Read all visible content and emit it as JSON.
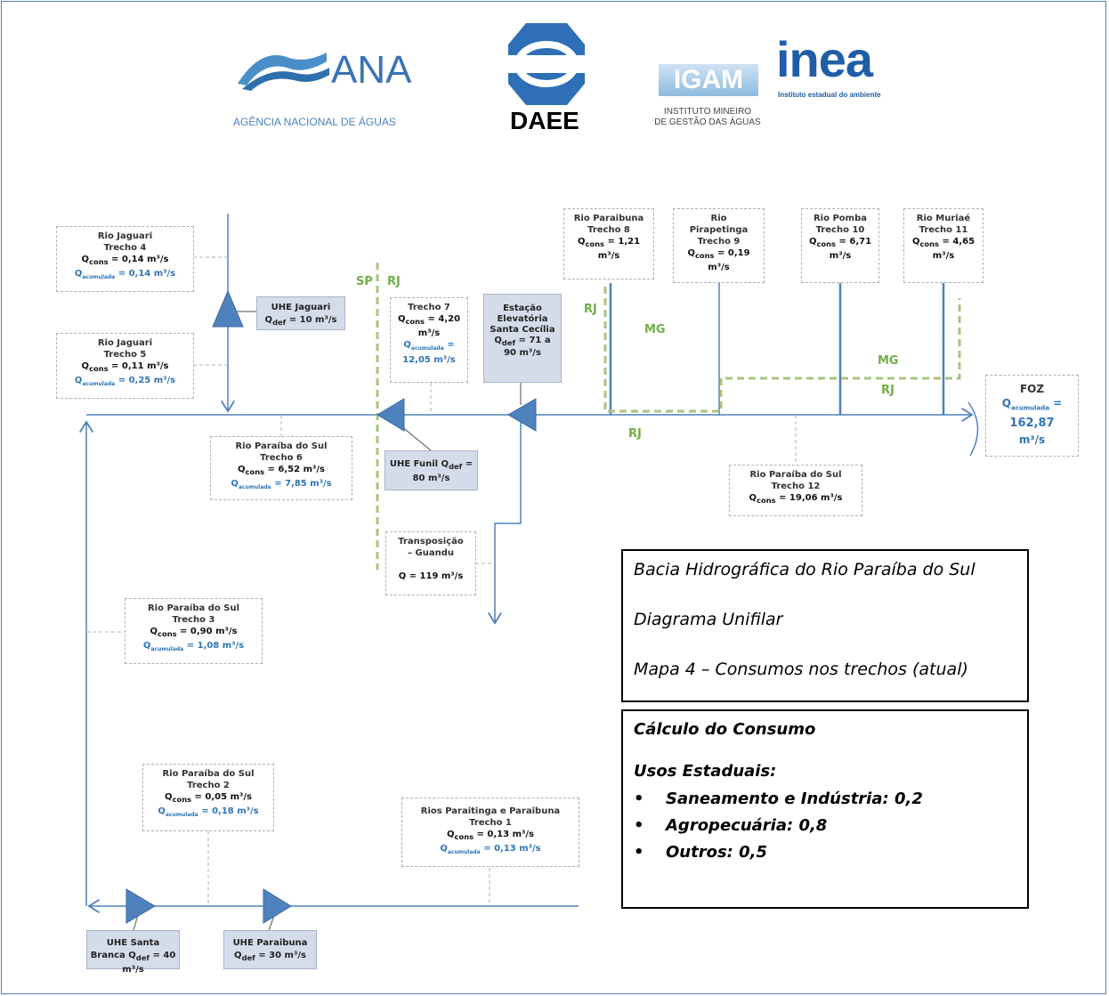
{
  "logos": {
    "ana_name": "ANA",
    "ana_sub": "AGÊNCIA NACIONAL DE ÁGUAS",
    "daee_name": "DAEE",
    "igam_name": "IGAM",
    "igam_sub1": "INSTITUTO MINEIRO",
    "igam_sub2": "DE GESTÃO DAS ÁGUAS",
    "inea_name": "inea",
    "inea_sub": "Instituto estadual do ambiente"
  },
  "boxes": {
    "jaguari4": {
      "t1": "Rio Jaguari",
      "t2": "Trecho 4",
      "cons": "Q",
      "cons_sub": "cons",
      "cons_val": " = 0,14 m³/s",
      "acc": "Q",
      "acc_sub": "acumulada",
      "acc_val": " = 0,14 m³/s"
    },
    "jaguari5": {
      "t1": "Rio Jaguari",
      "t2": "Trecho 5",
      "cons": "Q",
      "cons_sub": "cons",
      "cons_val": " = 0,11 m³/s",
      "acc": "Q",
      "acc_sub": "acumulada",
      "acc_val": " = 0,25 m³/s"
    },
    "trecho6": {
      "t1": "Rio Paraíba do Sul",
      "t2": "Trecho 6",
      "cons": "Q",
      "cons_sub": "cons",
      "cons_val": " = 6,52 m³/s",
      "acc": "Q",
      "acc_sub": "acumulada",
      "acc_val": " = 7,85 m³/s"
    },
    "trecho7": {
      "t1": "Trecho 7",
      "cons": "Q",
      "cons_sub": "cons",
      "cons_val": " = 4,20",
      "cons_val2": "m³/s",
      "acc": "Q",
      "acc_sub": "acumulada",
      "acc_val": " =",
      "acc_val2": "12,05 m³/s"
    },
    "trecho8": {
      "t1": "Rio Paraibuna",
      "t2": "Trecho 8",
      "cons": "Q",
      "cons_sub": "cons",
      "cons_val": " = 1,21",
      "cons_val2": "m³/s"
    },
    "trecho9": {
      "t1": "Rio",
      "t2": "Pirapetinga",
      "t3": "Trecho 9",
      "cons": "Q",
      "cons_sub": "cons",
      "cons_val": " = 0,19",
      "cons_val2": "m³/s"
    },
    "trecho10": {
      "t1": "Rio Pomba",
      "t2": "Trecho 10",
      "cons": "Q",
      "cons_sub": "cons",
      "cons_val": " = 6,71",
      "cons_val2": "m³/s"
    },
    "trecho11": {
      "t1": "Rio Muriaé",
      "t2": "Trecho 11",
      "cons": "Q",
      "cons_sub": "cons",
      "cons_val": " = 4,65",
      "cons_val2": "m³/s"
    },
    "trecho12": {
      "t1": "Rio Paraíba do Sul",
      "t2": "Trecho 12",
      "cons": "Q",
      "cons_sub": "cons",
      "cons_val": " = 19,06 m³/s"
    },
    "guandu": {
      "t1": "Transposição",
      "t2": "– Guandu",
      "q": "Q = 119 m³/s"
    },
    "trecho3": {
      "t1": "Rio Paraíba do Sul",
      "t2": "Trecho 3",
      "cons": "Q",
      "cons_sub": "cons",
      "cons_val": " = 0,90 m³/s",
      "acc": "Q",
      "acc_sub": "acumulada",
      "acc_val": " = 1,08 m³/s"
    },
    "trecho2": {
      "t1": "Rio Paraíba do Sul",
      "t2": "Trecho 2",
      "cons": "Q",
      "cons_sub": "cons",
      "cons_val": " = 0,05 m³/s",
      "acc": "Q",
      "acc_sub": "acumulada",
      "acc_val": " = 0,18 m³/s"
    },
    "trecho1": {
      "t1": "Rios Paraitinga e Paraibuna",
      "t2": "Trecho 1",
      "cons": "Q",
      "cons_sub": "cons",
      "cons_val": " = 0,13 m³/s",
      "acc": "Q",
      "acc_sub": "acumulada",
      "acc_val": " = 0,13 m³/s"
    }
  },
  "uhes": {
    "jaguari": {
      "name": "UHE Jaguari",
      "q": "Q",
      "q_sub": "def",
      "q_val": " = 10 m³/s"
    },
    "funil": {
      "name": "UHE Funil",
      "q": "Q",
      "q_sub": "def",
      "q_val": " = 80 m³/s"
    },
    "santa_cecilia": {
      "l1": "Estação",
      "l2": "Elevatória",
      "l3": "Santa",
      "l4": "Cecília",
      "q": "Q",
      "q_sub": "def",
      "q_val": " = 71 a",
      "q_val2": "90 m³/s"
    },
    "santa_branca": {
      "name": "UHE Santa Branca",
      "q": "Q",
      "q_sub": "def",
      "q_val": " = 40 m³/s"
    },
    "paraibuna": {
      "name": "UHE Paraibuna",
      "q": "Q",
      "q_sub": "def",
      "q_val": " = 30 m³/s"
    }
  },
  "foz": {
    "title": "FOZ",
    "q": "Q",
    "q_sub": "acumulada",
    "q_val": " =",
    "val1": "162,87",
    "val2": "m³/s"
  },
  "state_labels": {
    "sp": "SP",
    "rj1": "RJ",
    "rj2": "RJ",
    "mg1": "MG",
    "mg2": "MG",
    "rj3": "RJ",
    "rj4": "RJ"
  },
  "title_box": {
    "line1": "Bacia Hidrográfica do Rio Paraíba do Sul",
    "line2": "Diagrama Unifilar",
    "line3": "Mapa 4 – Consumos nos trechos (atual)"
  },
  "calc_box": {
    "title": "Cálculo do Consumo",
    "subtitle": "Usos Estaduais:",
    "items": [
      "Saneamento e Indústria: 0,2",
      "Agropecuária: 0,8",
      "Outros: 0,5"
    ]
  },
  "colors": {
    "river": "#4f81bd",
    "border": "#4f81bd",
    "accumulated": "#2e75b6",
    "state_border": "#a9c47f",
    "uhe_fill": "#d5dce9"
  }
}
